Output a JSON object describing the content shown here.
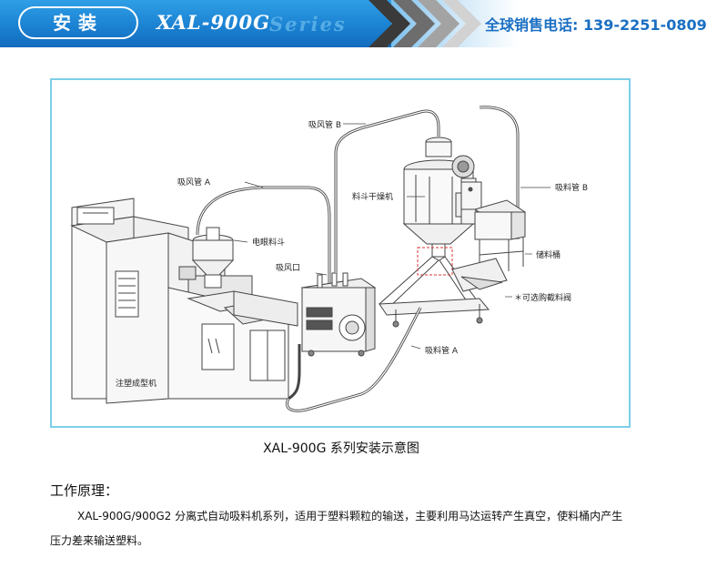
{
  "header": {
    "section_title": "安装",
    "model": "XAL-900G",
    "series": "Series",
    "hotline_label": "全球销售电话:",
    "hotline_number": "139-2251-0809"
  },
  "diagram": {
    "labels": {
      "suction_pipe_b_top": "吸风管 B",
      "suction_pipe_a": "吸风管 A",
      "hopper_dryer": "料斗干燥机",
      "suction_pipe_b_right": "吸料管 B",
      "electric_hopper": "电眼料斗",
      "storage_bin": "储料桶",
      "suction_port": "吸风口",
      "optional_valve": "＊可选购截料阀",
      "suction_material_pipe_a": "吸料管 A",
      "injection_machine": "注塑成型机"
    },
    "caption": "XAL-900G 系列安装示意图"
  },
  "principle": {
    "title": "工作原理：",
    "text": "XAL-900G/900G2 分离式自动吸料机系列，适用于塑料颗粒的输送，主要利用马达运转产生真空，使料桶内产生压力差来输送塑料。"
  },
  "colors": {
    "banner_blue": "#1a7fd0",
    "hotline_blue": "#1a6fc2",
    "frame_border": "#7ccfe8"
  }
}
